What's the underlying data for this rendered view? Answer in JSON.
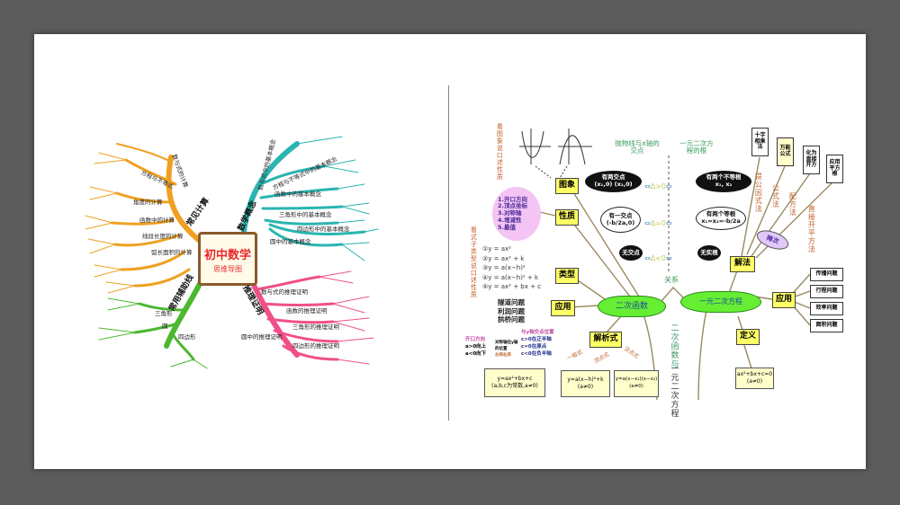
{
  "left_map": {
    "title": "初中数学",
    "subtitle": "思维导图",
    "branches": {
      "calc": {
        "label": "常见计算",
        "color": "#f0a020",
        "subs": [
          "数与式的计算",
          "方程与不等式",
          "角度的计算",
          "函数中的计算",
          "线段长度的计算",
          "弧长面积的计算"
        ]
      },
      "concept": {
        "label": "数学概念",
        "color": "#2ab5b0",
        "subs": [
          "数与式中的基本概念",
          "方程与不等式中的基本概念",
          "函数中的基本概念",
          "三角形中的基本概念",
          "四边形中的基本概念",
          "圆中的基本概念"
        ]
      },
      "proof": {
        "label": "推理证明",
        "color": "#f0508a",
        "subs": [
          "数与式的推理证明",
          "函数的推理证明",
          "三角形的推理证明",
          "圆中的推理证明",
          "四边形的推理证明"
        ]
      },
      "aux": {
        "label": "常用辅助线",
        "color": "#4cb830",
        "subs": [
          "三角形",
          "圆",
          "四边形"
        ]
      }
    }
  },
  "right_map": {
    "left_center": "二次函数",
    "right_center": "一元二次方程",
    "relation": "关系",
    "vertical_title_a": "二次函数与",
    "vertical_title_b": "一元二次方程",
    "headers": {
      "intersection": "抛物线与x轴的交点",
      "roots": "一元二次方程的根"
    },
    "cases": [
      {
        "left_line1": "有两交点",
        "left_line2": "(x₁,0) (x₂,0)",
        "delta": "Δ>0",
        "right_line1": "有两个不等根",
        "right_line2": "x₁, x₂"
      },
      {
        "left_line1": "有一交点",
        "left_line2": "(-b/2a,0)",
        "delta": "Δ=0",
        "right_line1": "有两个等根",
        "right_line2": "x₁=x₂=-b/2a"
      },
      {
        "left_line1": "无交点",
        "left_line2": "",
        "delta": "Δ<0",
        "right_line1": "无实根",
        "right_line2": ""
      }
    ],
    "arrow_glyph": "⇔",
    "left_nodes": {
      "image": "图象",
      "property": "性质",
      "type": "类型",
      "application": "应用",
      "expression": "解析式"
    },
    "image_note": "看图象说口述性质",
    "formula_note": "看式子类型说口述性质",
    "properties": [
      "1.开口方向",
      "2.顶点坐标",
      "3.对称轴",
      "4.增减性",
      "5.最值"
    ],
    "types": [
      "①y = ax²",
      "②y = ax² + k",
      "③y = a(x−h)²",
      "④y = a(x−h)² + k",
      "⑤y = ax² + bx + c"
    ],
    "applications_left": [
      "隧道问题",
      "利润问题",
      "拱桥问题"
    ],
    "annotations": {
      "opening_title": "开口方向",
      "opening_1": "a>0向上",
      "opening_2": "a<0向下",
      "axis_title": "对称轴在y轴的位置",
      "axis_rule": "左同右异",
      "yint_title": "与y轴交点位置",
      "yint_1": "c>0在正半轴",
      "yint_2": "c=0在原点",
      "yint_3": "c<0在负半轴"
    },
    "forms": [
      {
        "name": "一般式",
        "line1": "y=ax²+bx+c",
        "line2": "(a,b,c为常数,a≠0)"
      },
      {
        "name": "顶点式",
        "line1": "y=a(x−h)²+k",
        "line2": "(a≠0)"
      },
      {
        "name": "交点式",
        "line1": "y=a(x−x₁)(x−x₂)",
        "line2": "(a≠0)"
      }
    ],
    "right_nodes": {
      "solution": "解法",
      "application": "应用",
      "definition": "定义"
    },
    "definition_line1": "ax²+bx+c=0",
    "definition_line2": "(a≠0)",
    "reduce": "降次",
    "methods": [
      "提公因式法",
      "公式法",
      "配方法",
      "直接开平方法"
    ],
    "method_boxes": [
      "十字相乘法",
      "万能公式",
      "化为直接开方",
      "应用平方根"
    ],
    "applications_right": [
      "传播问题",
      "行程问题",
      "效率问题",
      "面积问题"
    ]
  }
}
